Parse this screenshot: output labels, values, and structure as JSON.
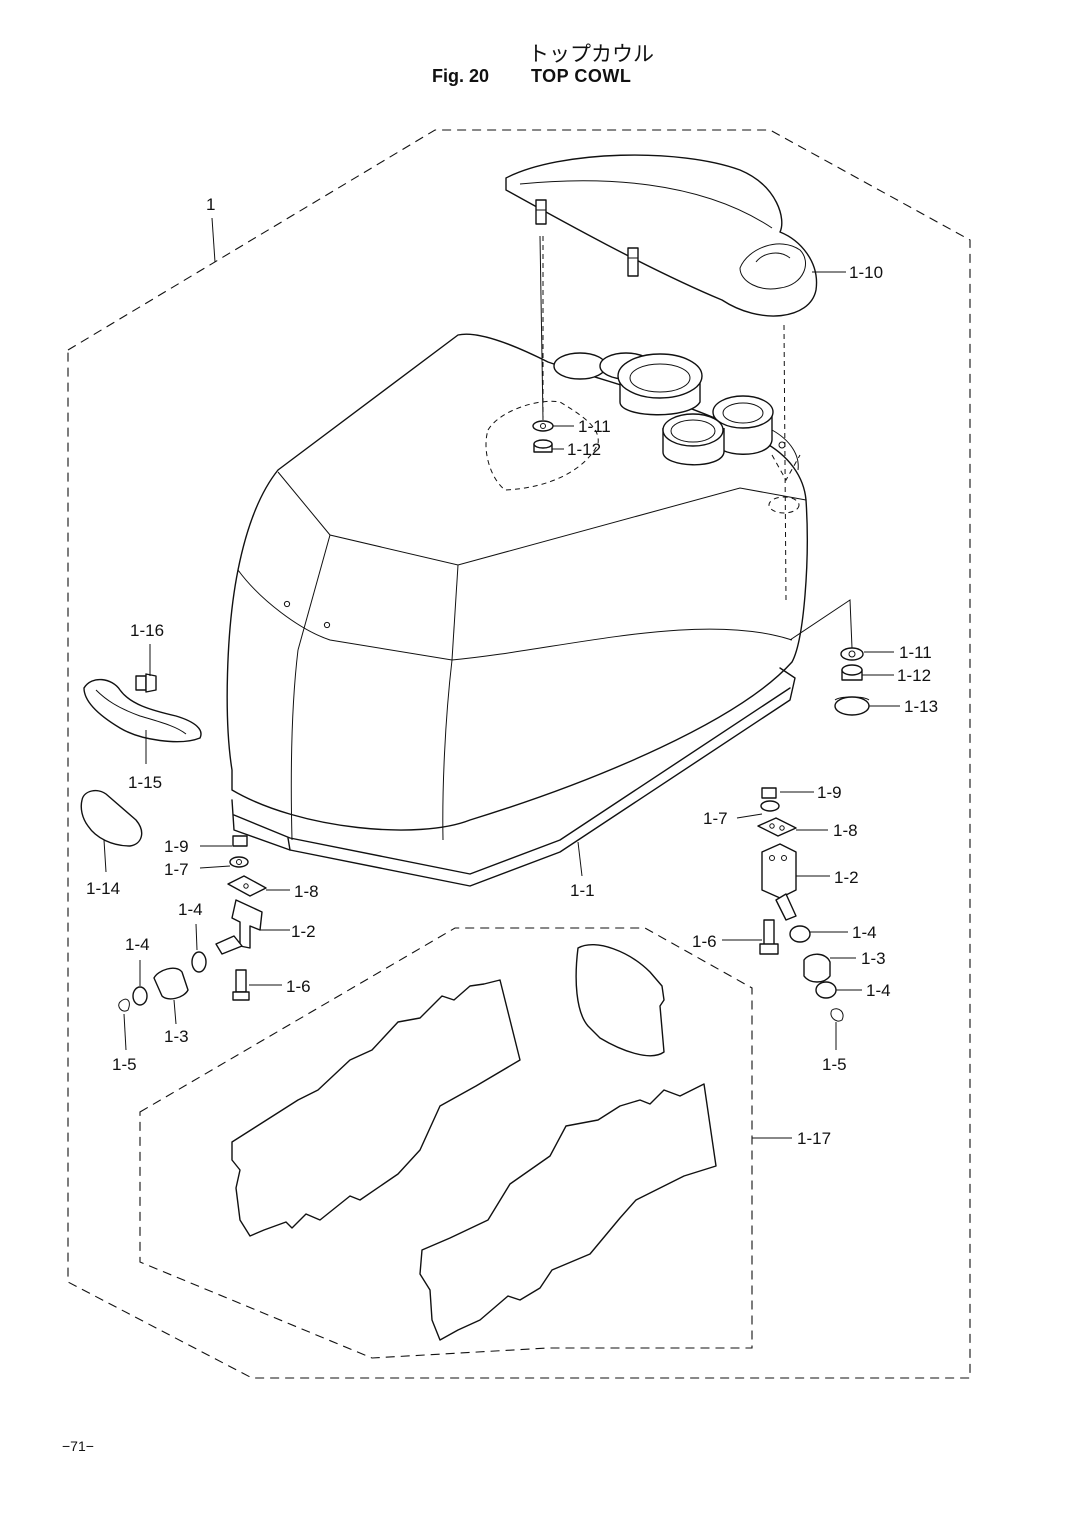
{
  "header": {
    "title_jp": "トップカウル",
    "fig_number": "Fig. 20",
    "fig_name": "TOP COWL"
  },
  "page_number": "−71−",
  "callouts": {
    "c_1": "1",
    "c_1_1": "1-1",
    "c_1_2_left": "1-2",
    "c_1_2_right": "1-2",
    "c_1_3_left": "1-3",
    "c_1_3_right": "1-3",
    "c_1_4_left_a": "1-4",
    "c_1_4_left_b": "1-4",
    "c_1_4_right_a": "1-4",
    "c_1_4_right_b": "1-4",
    "c_1_5_left": "1-5",
    "c_1_5_right": "1-5",
    "c_1_6_left": "1-6",
    "c_1_6_right": "1-6",
    "c_1_7_left": "1-7",
    "c_1_7_right": "1-7",
    "c_1_8_left": "1-8",
    "c_1_8_right": "1-8",
    "c_1_9_left": "1-9",
    "c_1_9_right": "1-9",
    "c_1_10": "1-10",
    "c_1_11_top": "1-11",
    "c_1_11_right": "1-11",
    "c_1_12_top": "1-12",
    "c_1_12_right": "1-12",
    "c_1_13": "1-13",
    "c_1_14": "1-14",
    "c_1_15": "1-15",
    "c_1_16": "1-16",
    "c_1_17": "1-17"
  }
}
